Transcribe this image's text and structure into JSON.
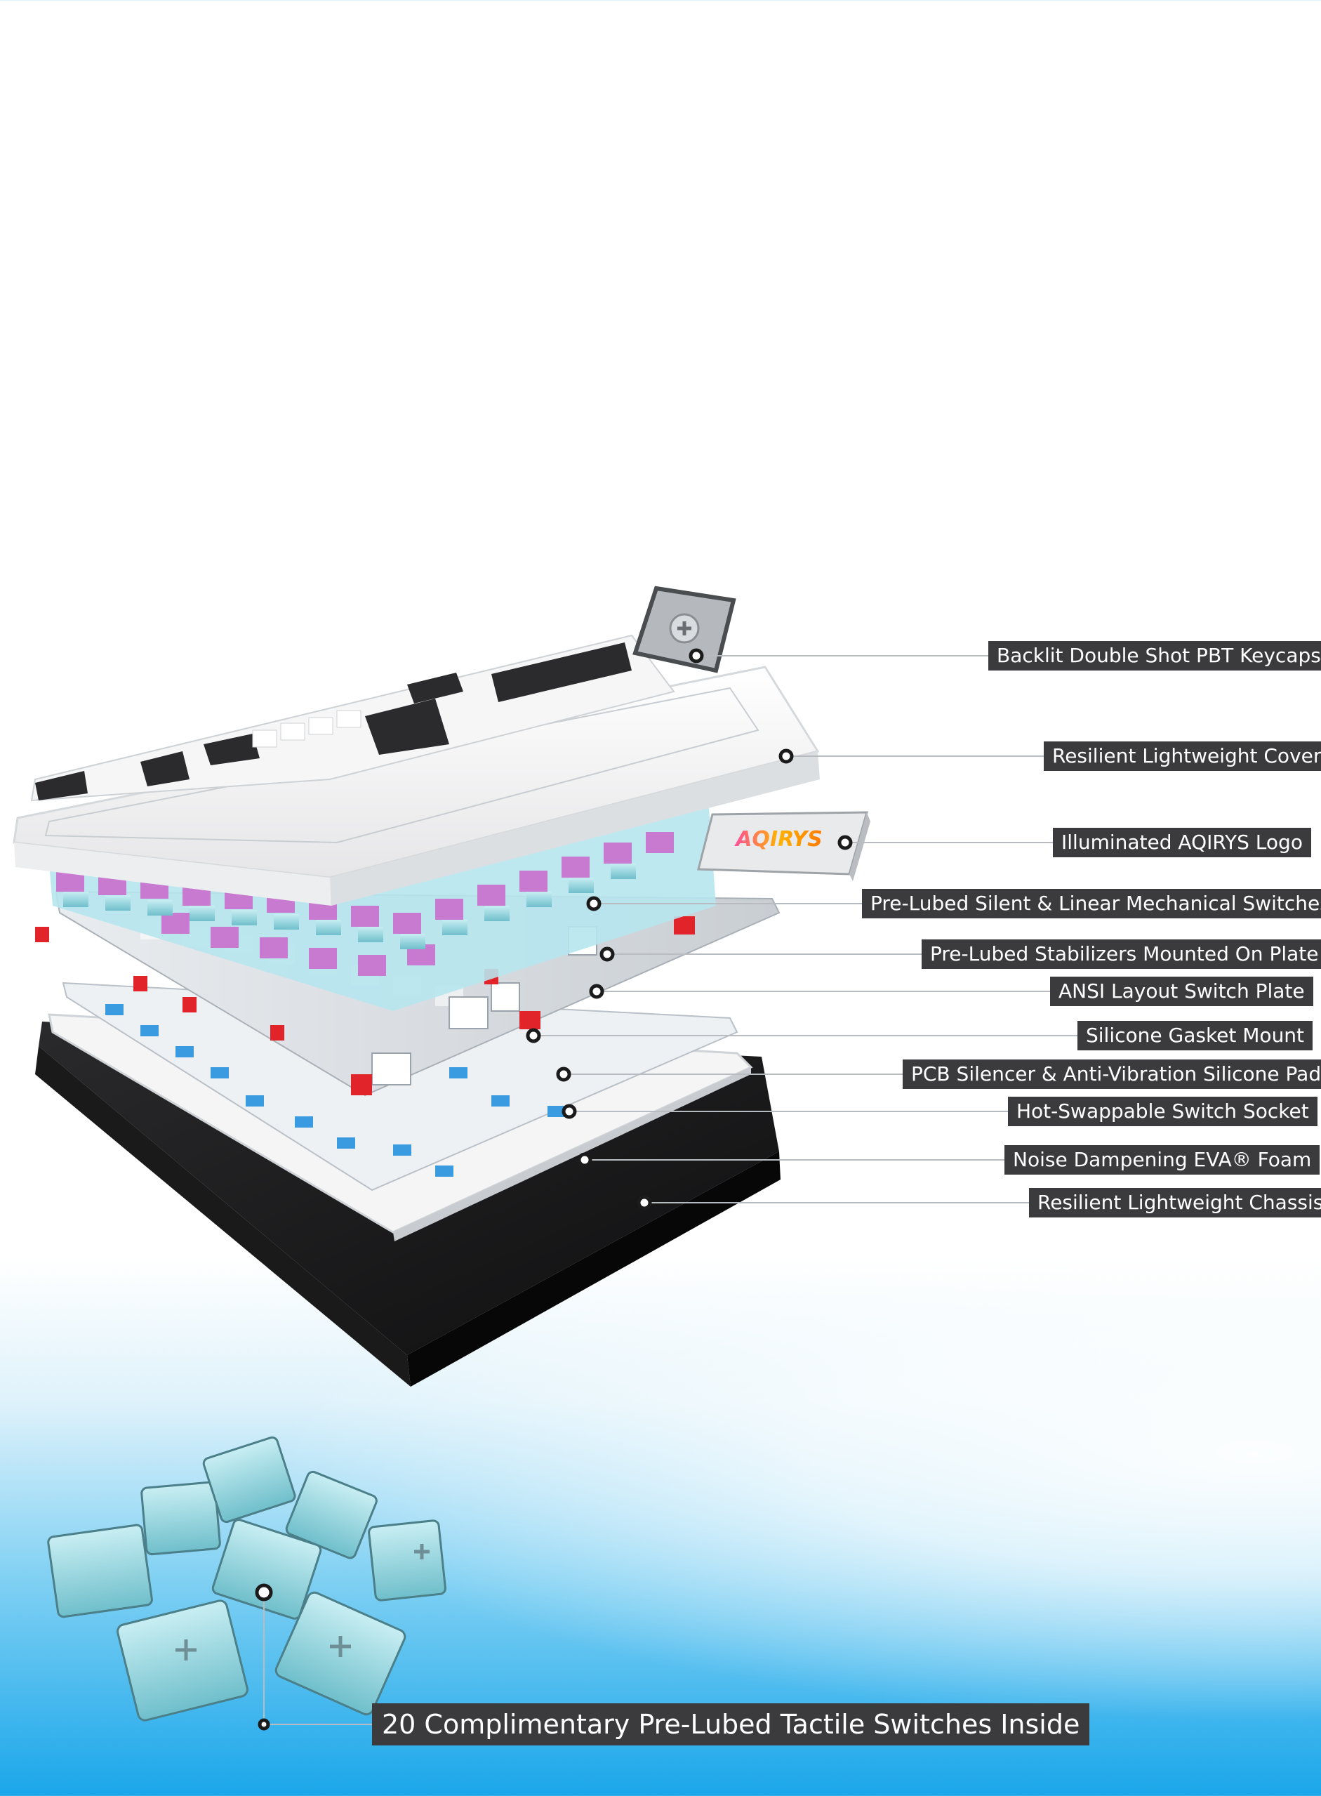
{
  "brand_logo_text": "AQIRYS",
  "callouts": [
    {
      "id": "keycaps",
      "text": "Backlit Double Shot PBT Keycaps"
    },
    {
      "id": "cover",
      "text": "Resilient Lightweight Cover"
    },
    {
      "id": "logo",
      "text": "Illuminated AQIRYS Logo"
    },
    {
      "id": "switches",
      "text": "Pre-Lubed Silent & Linear Mechanical Switches"
    },
    {
      "id": "stabilizers",
      "text": "Pre-Lubed Stabilizers Mounted On Plate"
    },
    {
      "id": "plate",
      "text": "ANSI Layout Switch Plate"
    },
    {
      "id": "gasket",
      "text": "Silicone Gasket Mount"
    },
    {
      "id": "pcb-silencer",
      "text": "PCB Silencer & Anti-Vibration Silicone Pad"
    },
    {
      "id": "socket",
      "text": "Hot-Swappable Switch Socket"
    },
    {
      "id": "foam",
      "text": "Noise Dampening EVA® Foam"
    },
    {
      "id": "chassis",
      "text": "Resilient Lightweight Chassis"
    }
  ],
  "bottom_callout": {
    "text": "20 Complimentary Pre-Lubed Tactile Switches Inside"
  },
  "colors": {
    "label_bg": "#3b3b3d",
    "label_text": "#ffffff",
    "accent_blue": "#1aa6ea",
    "switch_pink": "#c77ad0",
    "switch_teal": "#8fd3dc",
    "gasket_red": "#e0242a",
    "socket_blue": "#3a9be0"
  }
}
